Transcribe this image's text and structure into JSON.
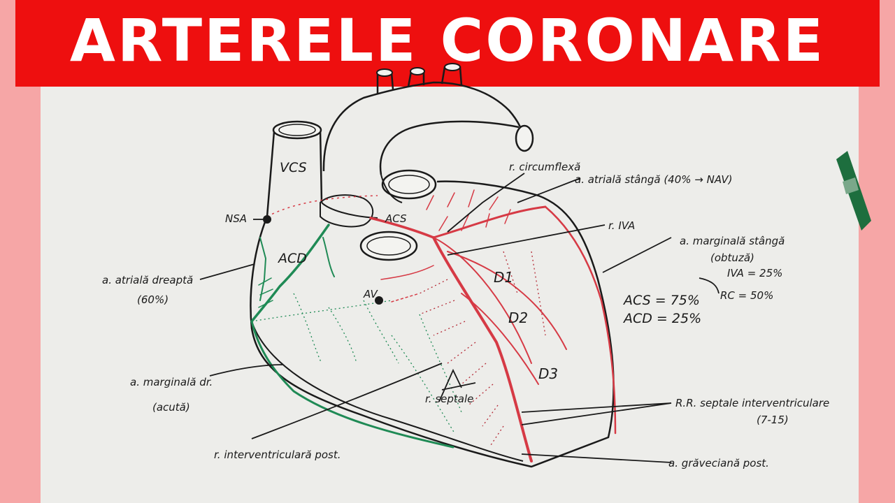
{
  "banner": {
    "title": "ARTERELE CORONARE",
    "color": "#ee0f0f"
  },
  "colors": {
    "right_coronary": "#1f8a55",
    "left_coronary": "#d63a45",
    "ink": "#1a1a1a",
    "paper": "#ededea",
    "border": "#f6a6a6"
  },
  "labels": {
    "vcs": "VCS",
    "nsa": "NSA",
    "acs": "ACS",
    "acd": "ACD",
    "av": "AV",
    "r_circumflexa": "r. circumflexă",
    "a_atriala_stanga": "a. atrială stângă (40% → NAV)",
    "r_iva": "r. IVA",
    "a_marginala_stanga": "a. marginală stângă",
    "obtuza": "(obtuză)",
    "a_atriala_dreapta": "a. atrială dreaptă",
    "dreapta_percent": "(60%)",
    "d1": "D1",
    "d2": "D2",
    "d3": "D3",
    "acs_percent": "ACS = 75%",
    "acd_percent": "ACD = 25%",
    "iva_percent": "IVA = 25%",
    "rc_percent": "RC = 50%",
    "a_marginala_dreapta": "a. marginală dr.",
    "acuta": "(acută)",
    "r_septale_label": "r. septale",
    "rr_septale": "R.R. septale interventriculare",
    "septale_range": "(7-15)",
    "r_interventriculara_post": "r. interventriculară post.",
    "a_gaveciana_post": "a. grăveciană post."
  }
}
